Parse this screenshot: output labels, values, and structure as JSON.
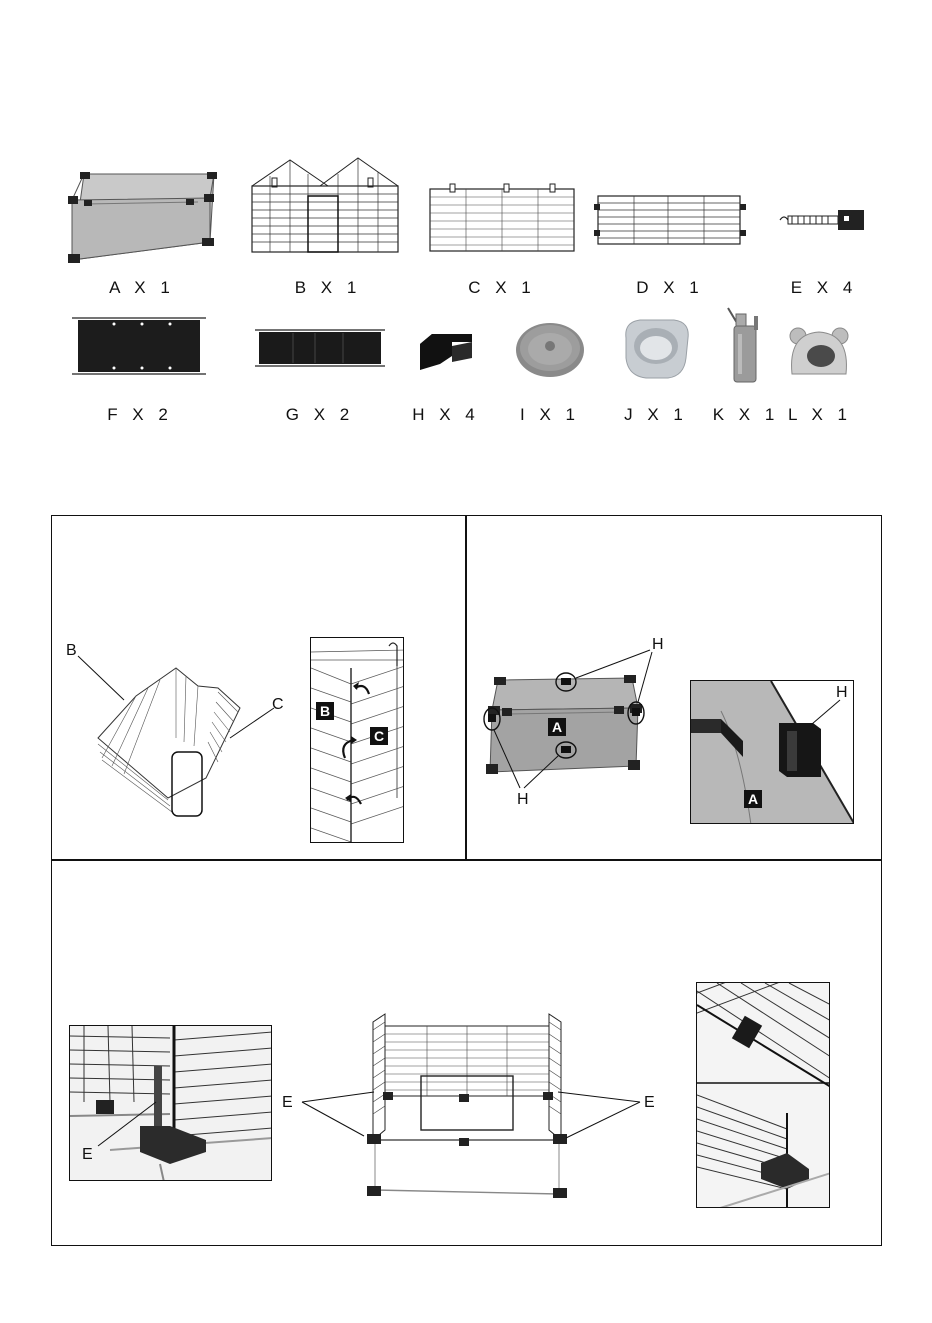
{
  "parts": [
    {
      "id": "A",
      "label": "A X 1"
    },
    {
      "id": "B",
      "label": "B X 1"
    },
    {
      "id": "C",
      "label": "C X 1"
    },
    {
      "id": "D",
      "label": "D X 1"
    },
    {
      "id": "E",
      "label": "E X 4"
    },
    {
      "id": "F",
      "label": "F X 2"
    },
    {
      "id": "G",
      "label": "G X 2"
    },
    {
      "id": "H",
      "label": "H X 4"
    },
    {
      "id": "I",
      "label": "I X 1"
    },
    {
      "id": "J",
      "label": "J X 1"
    },
    {
      "id": "K",
      "label": "K X 1"
    },
    {
      "id": "L",
      "label": "L X 1"
    }
  ],
  "step1": {
    "callout_b": "B",
    "callout_c": "C",
    "tag_b": "B",
    "tag_c": "C"
  },
  "step2": {
    "callout_h": "H",
    "tag_a": "A",
    "detail_h": "H",
    "detail_a": "A"
  },
  "step3": {
    "callout_e": "E"
  }
}
